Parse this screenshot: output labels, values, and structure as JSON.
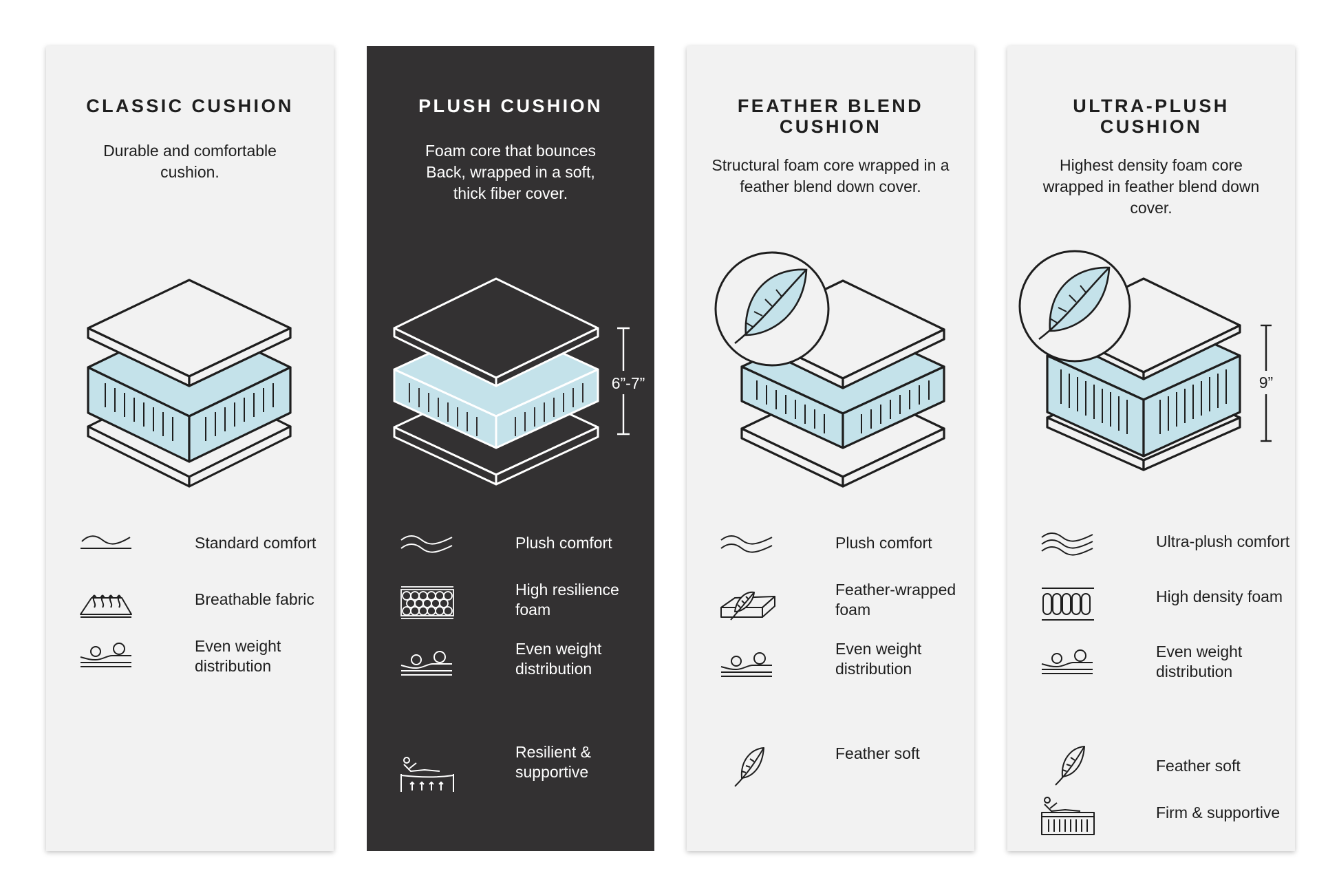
{
  "colors": {
    "card_light": "#f2f2f2",
    "card_dark": "#333132",
    "foam": "#c4e2ea",
    "stroke_dark": "#1e1e1e",
    "stroke_light": "#ffffff"
  },
  "cards": [
    {
      "title": "CLASSIC CUSHION",
      "description": "Durable and comfortable cushion.",
      "features": [
        {
          "icon": "wave-icon",
          "label": "Standard comfort"
        },
        {
          "icon": "breathable-fabric-icon",
          "label": "Breathable fabric"
        },
        {
          "icon": "weight-distribution-icon",
          "label": "Even weight distribution"
        }
      ]
    },
    {
      "title": "PLUSH CUSHION",
      "description": "Foam core that bounces Back, wrapped in a soft, thick fiber cover.",
      "dimension": "6”-7”",
      "features": [
        {
          "icon": "double-wave-icon",
          "label": "Plush comfort"
        },
        {
          "icon": "honeycomb-foam-icon",
          "label": "High resilience foam"
        },
        {
          "icon": "weight-distribution-icon",
          "label": "Even weight distribution"
        },
        {
          "icon": "resilient-support-icon",
          "label": "Resilient & supportive"
        }
      ]
    },
    {
      "title": "FEATHER BLEND CUSHION",
      "description": "Structural foam core wrapped in a feather blend down cover.",
      "features": [
        {
          "icon": "double-wave-icon",
          "label": "Plush comfort"
        },
        {
          "icon": "feather-wrapped-foam-icon",
          "label": "Feather-wrapped foam"
        },
        {
          "icon": "weight-distribution-icon",
          "label": "Even weight distribution"
        },
        {
          "icon": "feather-icon",
          "label": "Feather soft"
        }
      ]
    },
    {
      "title": "ULTRA-PLUSH CUSHION",
      "description": "Highest density foam core wrapped in feather blend down cover.",
      "dimension": "9”",
      "features": [
        {
          "icon": "triple-wave-icon",
          "label": "Ultra-plush comfort"
        },
        {
          "icon": "high-density-foam-icon",
          "label": "High density foam"
        },
        {
          "icon": "weight-distribution-icon",
          "label": "Even weight distribution"
        },
        {
          "icon": "feather-icon",
          "label": "Feather soft"
        },
        {
          "icon": "firm-support-icon",
          "label": "Firm & supportive"
        }
      ]
    }
  ]
}
